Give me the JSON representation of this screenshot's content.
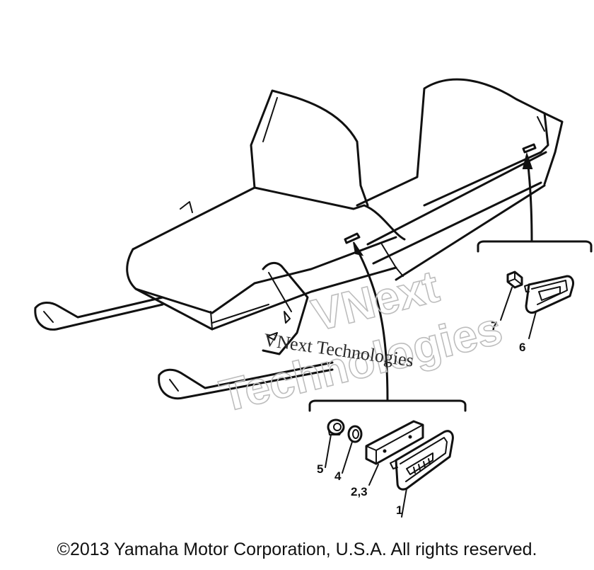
{
  "watermark": {
    "line1": "VNext",
    "line2": "Technologies",
    "small": "VNext Technologies"
  },
  "callouts": {
    "c1": "1",
    "c23": "2,3",
    "c4": "4",
    "c5": "5",
    "c6": "6",
    "c7": "7"
  },
  "footer": {
    "copyright": "©2013 Yamaha Motor Corporation, U.S.A. All rights reserved."
  }
}
